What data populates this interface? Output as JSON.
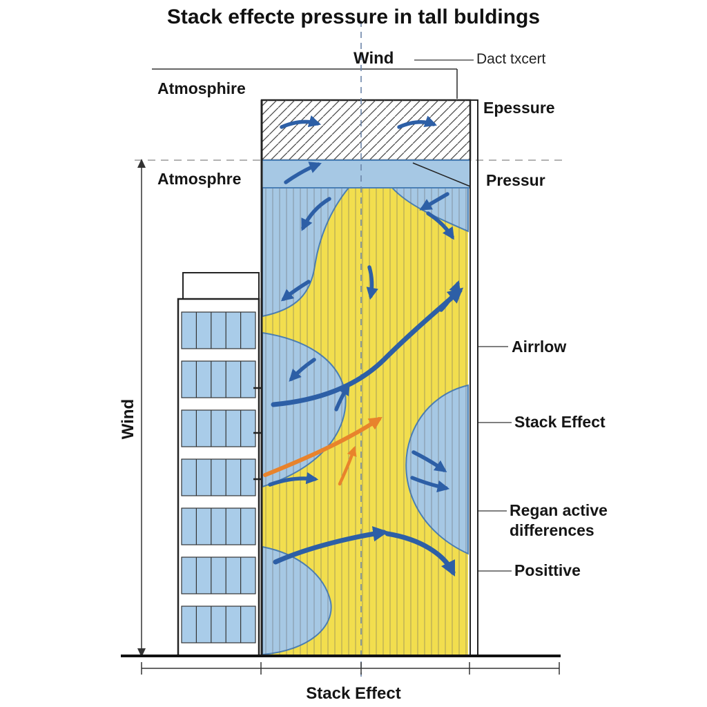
{
  "title": "Stack effecte pressure in tall buldings",
  "labels": {
    "wind_top": "Wind",
    "duct_excerpt": "Dact txcert",
    "atmosphere_upper": "Atmosphire",
    "pressure_upper": "Epessure",
    "atmosphere_lower": "Atmosphre",
    "pressure_lower": "Pressur",
    "airflow": "Airrlow",
    "stack_effect_right": "Stack Effect",
    "pressure_diff_line1": "Regan active",
    "pressure_diff_line2": "differences",
    "positive": "Posittive",
    "wind_left": "Wind",
    "stack_effect_bottom": "Stack Effect"
  },
  "colors": {
    "body_yellow": "#F2DE4E",
    "zone_blue": "#A6C8E4",
    "window_blue": "#A9CCE9",
    "arrow_blue": "#2D5FA6",
    "arrow_orange": "#E8832C",
    "line_dark": "#1a1a1a"
  }
}
